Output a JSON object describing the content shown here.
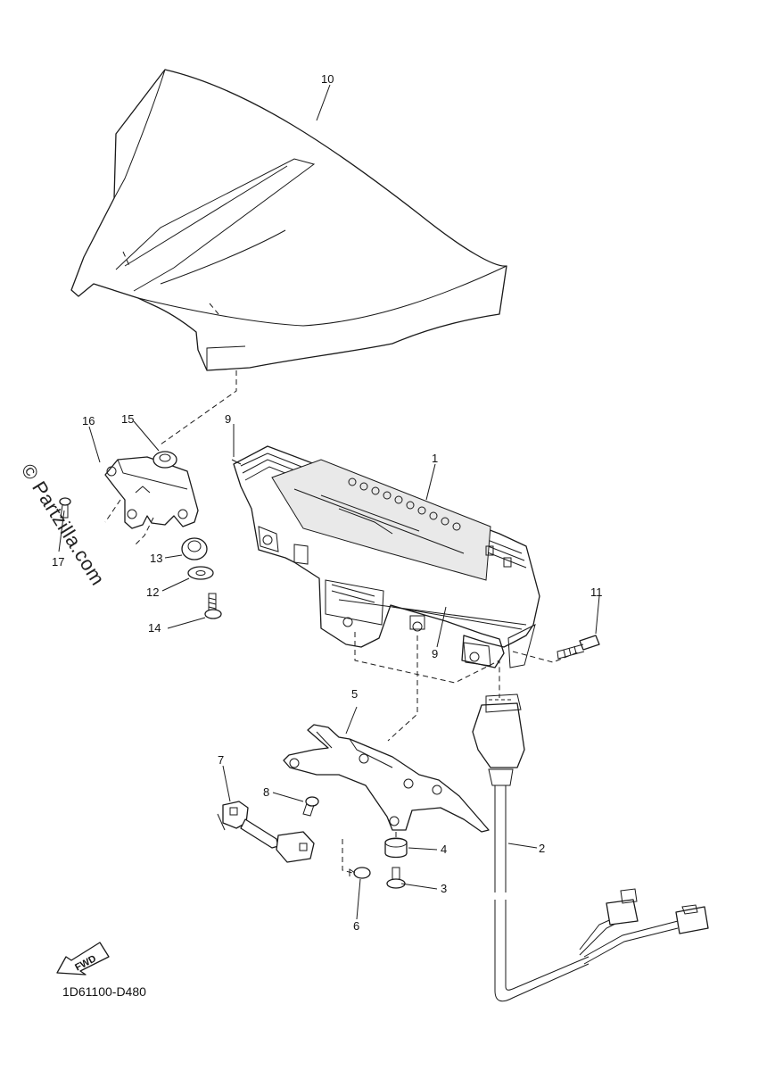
{
  "diagram_code": "1D61100-D480",
  "watermark": "© Partzilla.com",
  "fwd_label": "FWD",
  "callouts": {
    "c1": "1",
    "c2": "2",
    "c3": "3",
    "c4": "4",
    "c5": "5",
    "c6": "6",
    "c7": "7",
    "c8": "8",
    "c9a": "9",
    "c9b": "9",
    "c10": "10",
    "c11": "11",
    "c12": "12",
    "c13": "13",
    "c14": "14",
    "c15": "15",
    "c16": "16",
    "c17": "17"
  }
}
